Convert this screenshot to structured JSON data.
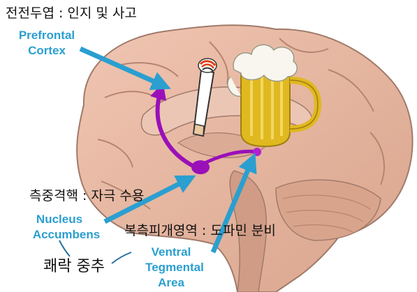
{
  "labels": {
    "pfc_korean": "전전두엽 : 인지 및 사고",
    "pfc_english": [
      "Prefrontal",
      "Cortex"
    ],
    "nac_korean": "측중격핵 : 자극 수용",
    "nac_english": [
      "Nucleus",
      "Accumbens"
    ],
    "vta_korean": "복측피개영역 : 도파민 분비",
    "vta_english": [
      "Ventral",
      "Tegmental",
      "Area"
    ],
    "reward_center": "쾌락 중추"
  },
  "colors": {
    "brain": "#e7b8a2",
    "brain_outline": "#a07a6a",
    "pathway": "#9a10b8",
    "arrow": "#2a9fd0",
    "english_text": "#2a9fd0",
    "beer": "#e0b820"
  },
  "icons": [
    "cigarette-icon",
    "beer-mug-icon"
  ]
}
